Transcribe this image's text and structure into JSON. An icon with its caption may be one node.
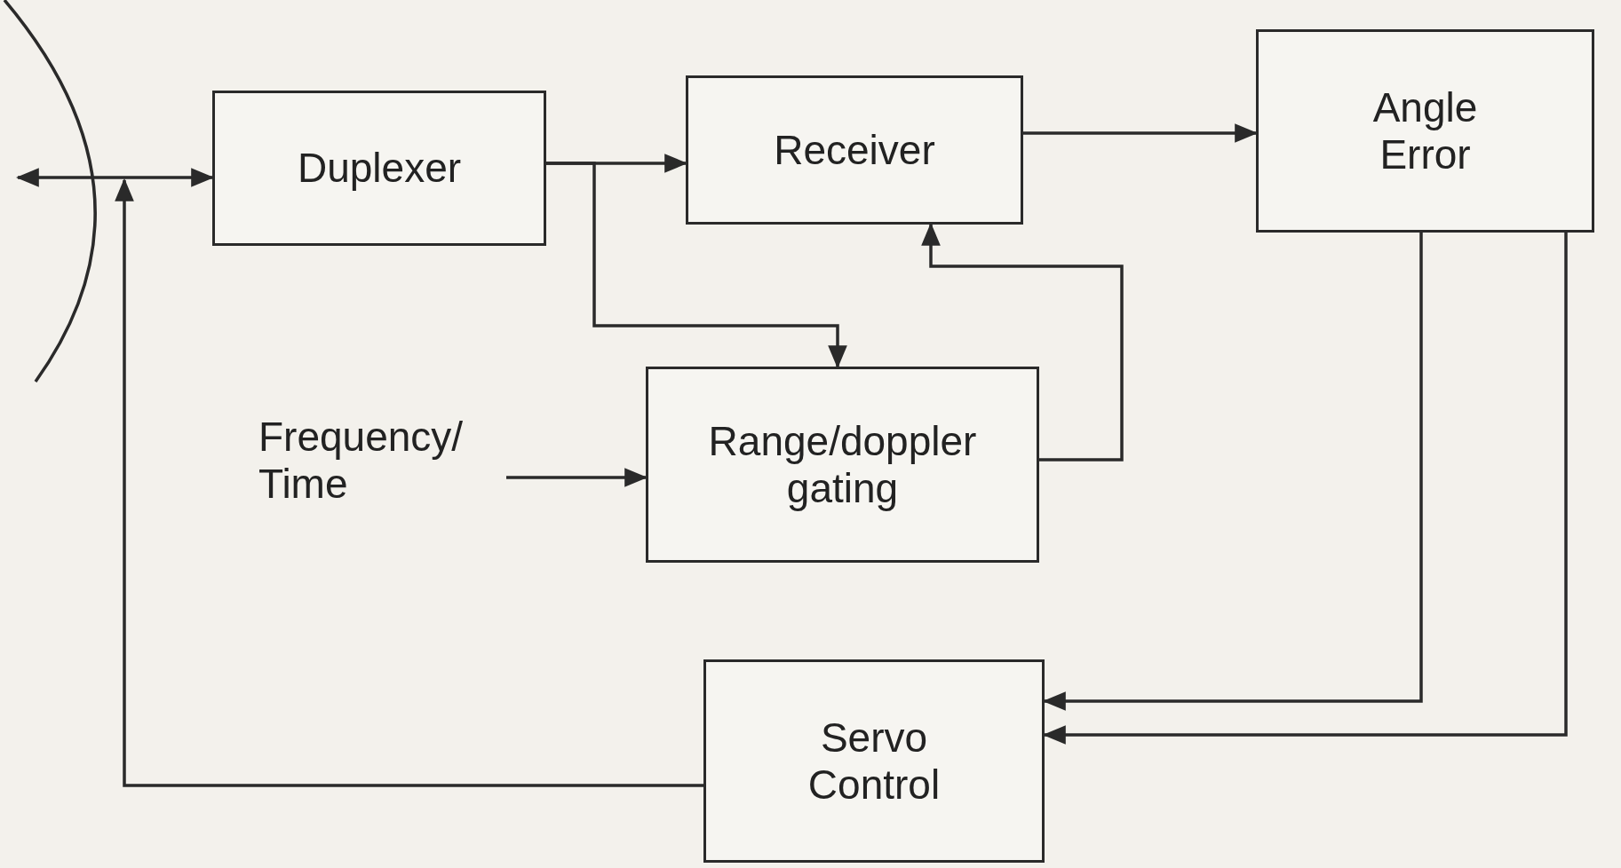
{
  "diagram": {
    "nodes": [
      {
        "text": [],
        "shape": "arc"
      },
      {
        "text": [
          "Duplexer"
        ]
      },
      {
        "text": [
          "Receiver"
        ]
      },
      {
        "text": [
          "Angle Error"
        ]
      },
      {
        "text": [
          "Frequency/ Time"
        ]
      },
      {
        "text": [
          "Range/doppler gating"
        ]
      },
      {
        "text": [
          "Servo Control"
        ]
      }
    ],
    "edges": [
      {
        "from": 0,
        "to": 1,
        "arrow": "both"
      },
      {
        "from": 1,
        "to": 2,
        "arrow": "to"
      },
      {
        "from": 1,
        "to": 5,
        "arrow": "to"
      },
      {
        "from": 2,
        "to": 3,
        "arrow": "to"
      },
      {
        "from": 5,
        "to": 2,
        "arrow": "to"
      },
      {
        "from": 4,
        "to": 5,
        "arrow": "to"
      },
      {
        "from": 3,
        "to": 6,
        "arrow": "to"
      },
      {
        "from": 3,
        "to": 6,
        "arrow": "to"
      },
      {
        "from": 6,
        "to": 0,
        "arrow": "to"
      }
    ]
  }
}
